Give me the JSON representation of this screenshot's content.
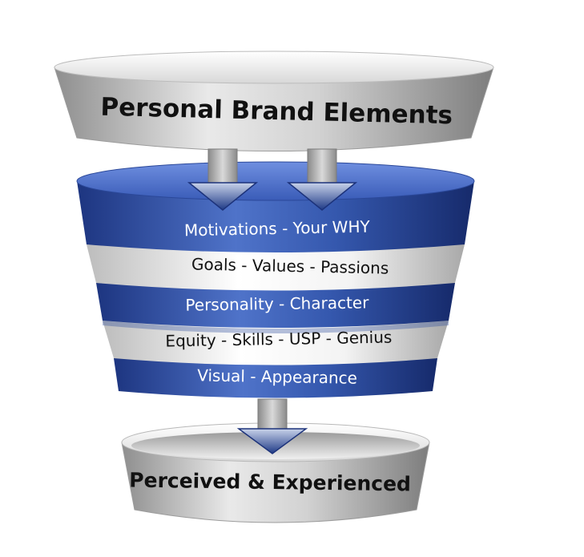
{
  "top_bowl": {
    "title": "Personal Brand Elements"
  },
  "layers": [
    {
      "label": "Motivations - Your WHY",
      "band": "blue"
    },
    {
      "label": "Goals - Values - Passions",
      "band": "white"
    },
    {
      "label": "Personality - Character",
      "band": "blue"
    },
    {
      "label": "Equity - Skills - USP - Genius",
      "band": "white"
    },
    {
      "label": "Visual - Appearance",
      "band": "blue"
    }
  ],
  "bottom_bowl": {
    "title": "Perceived & Experienced"
  },
  "colors": {
    "blue_band": "#2c4a9a",
    "white_band": "#f2f2f2",
    "silver": "#b9b9b9"
  }
}
